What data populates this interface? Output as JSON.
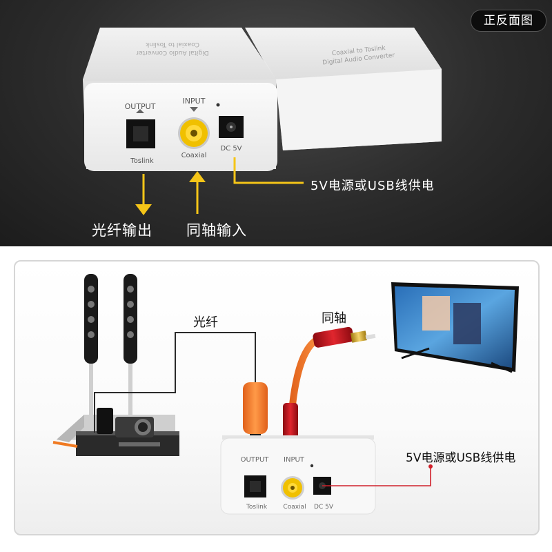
{
  "top": {
    "badge": "正反面图",
    "device_back_print": "Coaxial to Toslink\nDigital Audio Converter",
    "device_front_print": "Coaxial to Toslink\nDigital Audio Converter",
    "port_output_label": "OUTPUT",
    "port_input_label": "INPUT",
    "port_toslink_label": "Toslink",
    "port_coaxial_label": "Coaxial",
    "port_dc_label": "DC 5V",
    "caption_power": "5V电源或USB线供电",
    "caption_optical_out": "光纤输出",
    "caption_coax_in": "同轴输入"
  },
  "bottom": {
    "label_optical": "光纤",
    "label_coax": "同轴",
    "label_power": "5V电源或USB线供电",
    "port_output_label": "OUTPUT",
    "port_input_label": "INPUT",
    "port_toslink_label": "Toslink",
    "port_coaxial_label": "Coaxial",
    "port_dc_label": "DC 5V"
  },
  "colors": {
    "arrow_yellow": "#f5c518",
    "rca_yellow": "#f0c000",
    "cable_orange": "#f07a22",
    "connector_red": "#c8121c",
    "power_line_red": "#d0202a"
  }
}
